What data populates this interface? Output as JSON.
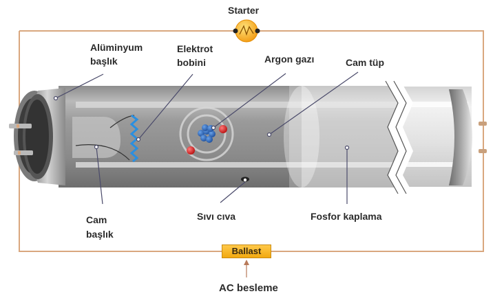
{
  "diagram": {
    "title": "Floresan lamba yapısı",
    "labels": {
      "starter": "Starter",
      "aluminyum_line1": "Alüminyum",
      "aluminyum_line2": "başlık",
      "elektrot_line1": "Elektrot",
      "elektrot_line2": "bobini",
      "argon": "Argon gazı",
      "cam_tup": "Cam tüp",
      "cam_baslik_line1": "Cam",
      "cam_baslik_line2": "başlık",
      "sivi_civa": "Sıvı cıva",
      "fosfor": "Fosfor kaplama",
      "ballast": "Ballast",
      "ac": "AC besleme"
    },
    "colors": {
      "wire": "#d9a77e",
      "starter_fill": "#f7b52a",
      "ballast_fill": "#f5b422",
      "coil": "#2a8fe0",
      "nucleus": "#2a5fb0",
      "electron": "#d42020",
      "leader": "#4a4a6a"
    }
  }
}
